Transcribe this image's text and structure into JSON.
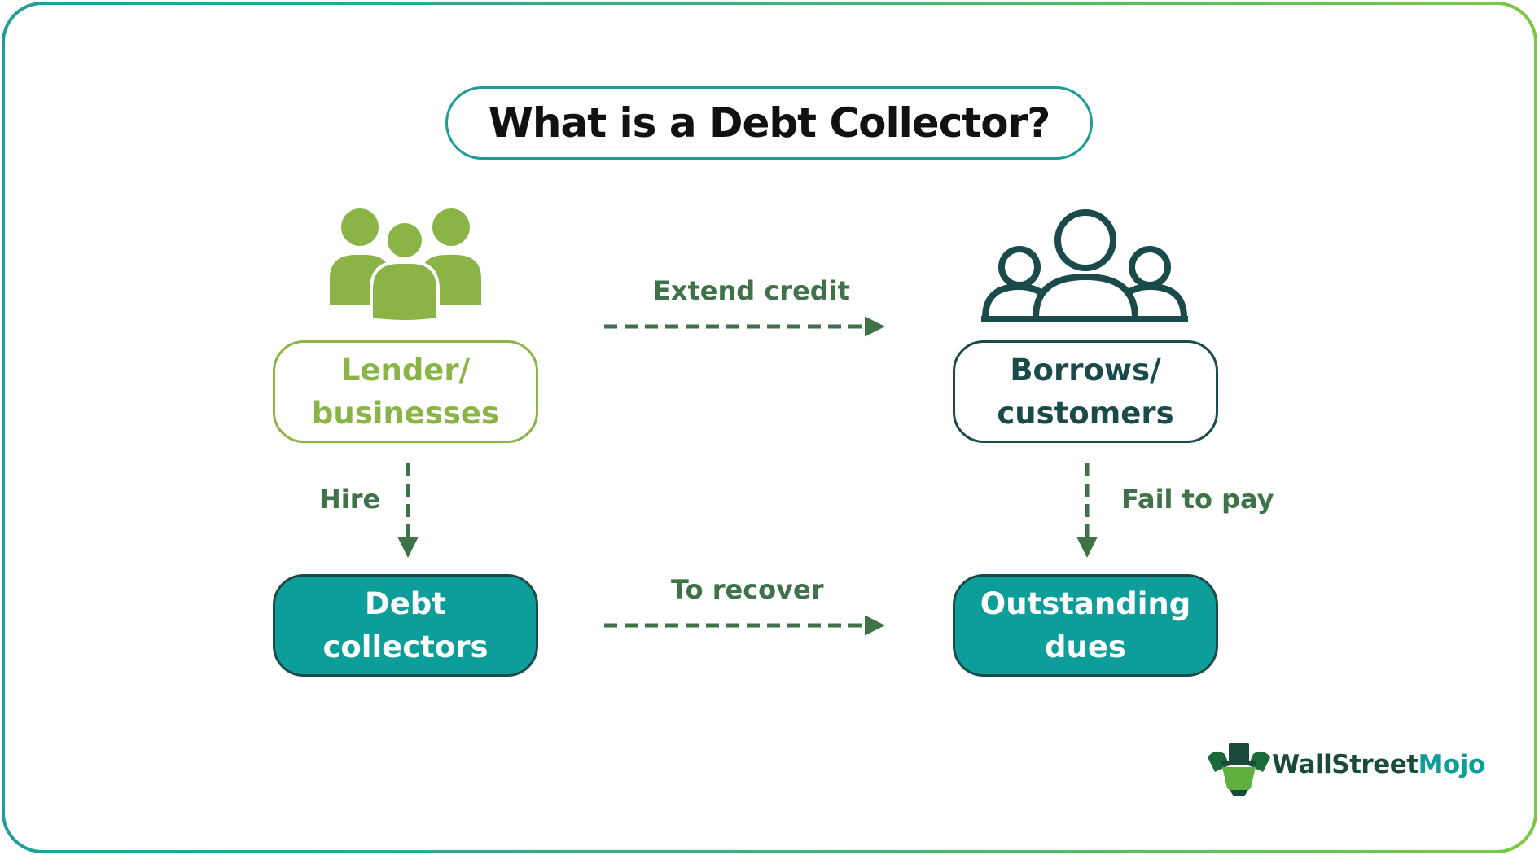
{
  "title": "What is a Debt Collector?",
  "nodes": {
    "lender": "Lender/\nbusinesses",
    "borrowers": "Borrows/\ncustomers",
    "collectors": "Debt\ncollectors",
    "dues": "Outstanding\ndues"
  },
  "edges": {
    "extend_credit": "Extend credit",
    "to_recover": "To recover",
    "hire": "Hire",
    "fail_to_pay": "Fail to pay"
  },
  "logo": {
    "part1": "Wall",
    "part2": "Street",
    "part3": "Mojo"
  },
  "icons": {
    "lender_group": "people-group-icon",
    "borrower_group": "people-outline-icon",
    "brand": "bull-logo-icon"
  },
  "colors": {
    "green_light": "#8ab446",
    "teal": "#0e9e9a",
    "dark_teal": "#1a4a4a",
    "arrow": "#3f7248"
  }
}
